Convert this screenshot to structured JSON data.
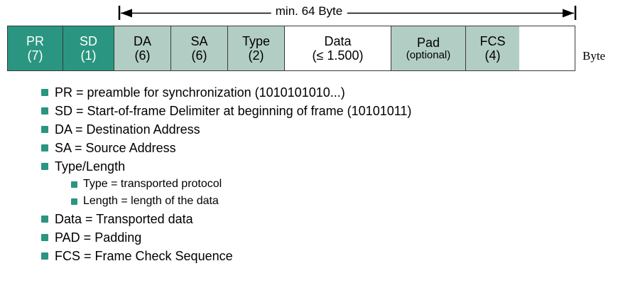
{
  "diagram": {
    "dimension": {
      "label": "min. 64 Byte"
    },
    "unit_label": "Byte",
    "colors": {
      "dark_cell": "#2a9580",
      "light_cell": "#b2cdc4",
      "white_cell": "#ffffff",
      "bullet": "#2a9580",
      "border": "#3a3a3a"
    },
    "frame_fields": [
      {
        "name": "PR",
        "size": "(7)",
        "style": "dark"
      },
      {
        "name": "SD",
        "size": "(1)",
        "style": "dark"
      },
      {
        "name": "DA",
        "size": "(6)",
        "style": "light"
      },
      {
        "name": "SA",
        "size": "(6)",
        "style": "light"
      },
      {
        "name": "Type",
        "size": "(2)",
        "style": "light"
      },
      {
        "name": "Data",
        "size": "(≤ 1.500)",
        "style": "white"
      },
      {
        "name": "Pad",
        "size": "(optional)",
        "style": "light"
      },
      {
        "name": "FCS",
        "size": "(4)",
        "style": "light"
      }
    ],
    "legend": [
      {
        "text": "PR = preamble for synchronization (1010101010...)",
        "level": 0
      },
      {
        "text": "SD = Start-of-frame Delimiter at beginning of frame (10101011)",
        "level": 0
      },
      {
        "text": "DA = Destination Address",
        "level": 0
      },
      {
        "text": "SA = Source Address",
        "level": 0
      },
      {
        "text": "Type/Length",
        "level": 0
      },
      {
        "text": "Type = transported protocol",
        "level": 1
      },
      {
        "text": "Length = length of the data",
        "level": 1
      },
      {
        "text": "Data = Transported data",
        "level": 0
      },
      {
        "text": "PAD = Padding",
        "level": 0
      },
      {
        "text": "FCS = Frame Check Sequence",
        "level": 0
      }
    ]
  }
}
